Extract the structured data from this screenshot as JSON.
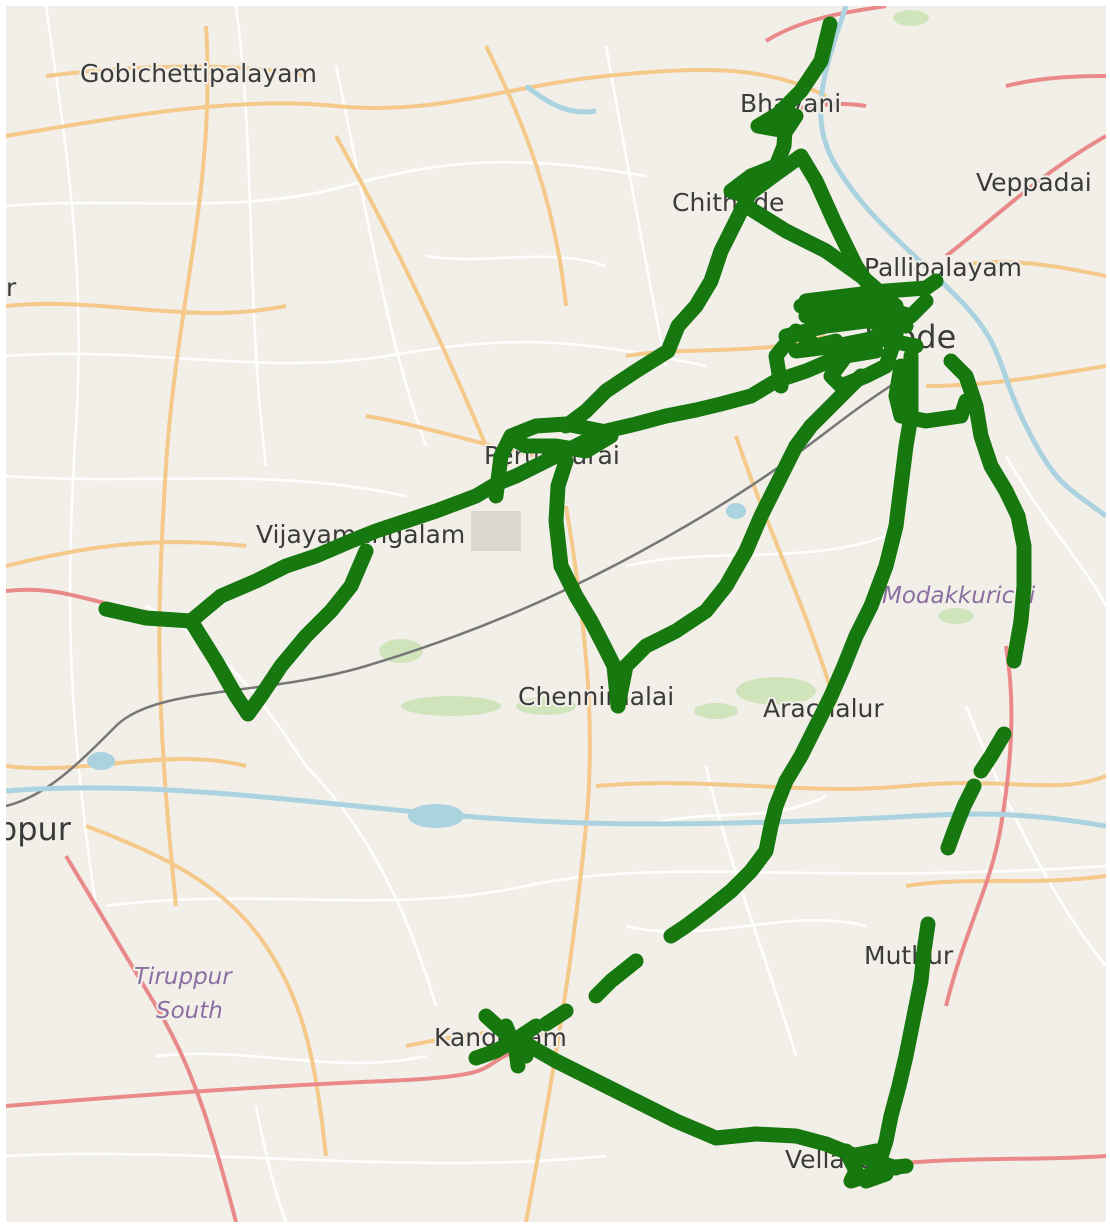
{
  "map": {
    "place_labels": [
      {
        "id": "gobichettipalayam",
        "text": "Gobichettipalayam",
        "kind": "town"
      },
      {
        "id": "bhavani",
        "text": "Bhavani",
        "kind": "town"
      },
      {
        "id": "chithode",
        "text": "Chithode",
        "kind": "town"
      },
      {
        "id": "veppadai",
        "text": "Veppadai",
        "kind": "town"
      },
      {
        "id": "pallipalayam",
        "text": "Pallipalayam",
        "kind": "town"
      },
      {
        "id": "erode",
        "text": "Erode",
        "kind": "city"
      },
      {
        "id": "perundurai",
        "text": "Perundurai",
        "kind": "town"
      },
      {
        "id": "vijayamangalam",
        "text": "Vijayamangalam",
        "kind": "town"
      },
      {
        "id": "modakkurichi",
        "text": "Modakkurichi",
        "kind": "area"
      },
      {
        "id": "chennimalai",
        "text": "Chennimalai",
        "kind": "town"
      },
      {
        "id": "arachalur",
        "text": "Arachalur",
        "kind": "town"
      },
      {
        "id": "tiruppur",
        "text": "Tiruppur",
        "kind": "city"
      },
      {
        "id": "muthur",
        "text": "Muthur",
        "kind": "town"
      },
      {
        "id": "tiruppur-south-1",
        "text": "Tiruppur",
        "kind": "area"
      },
      {
        "id": "tiruppur-south-2",
        "text": "South",
        "kind": "area"
      },
      {
        "id": "kangeyam",
        "text": "Kangeyam",
        "kind": "town"
      },
      {
        "id": "vellakoil",
        "text": "Vellakoil",
        "kind": "town"
      },
      {
        "id": "edge-left",
        "text": "r",
        "kind": "town"
      }
    ],
    "colors": {
      "background": "#f2efe9",
      "route": "#16780f",
      "primary_road": "#e9898a",
      "secondary_road": "#f4c98a",
      "minor_road": "#ffffff",
      "river": "#aad3df",
      "railway": "#777777",
      "park": "#c8e2b0"
    }
  }
}
